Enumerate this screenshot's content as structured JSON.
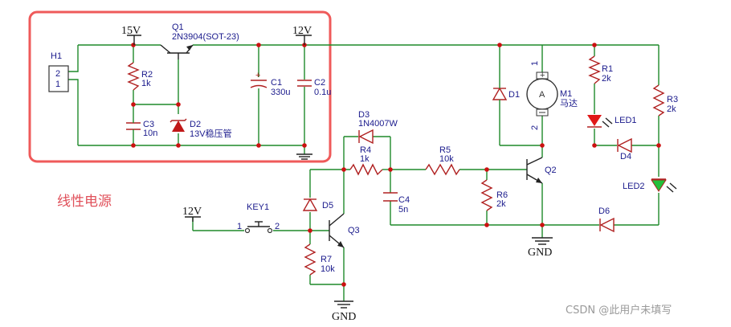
{
  "section_label": "线性电源",
  "watermark": "CSDN @此用户未填写",
  "rails": {
    "v15": "15V",
    "v12_top": "12V",
    "v12_key": "12V",
    "gnd_main": "GND",
    "gnd_q3": "GND"
  },
  "components": {
    "h1": {
      "name": "H1",
      "pin2": "2",
      "pin1": "1"
    },
    "q1": {
      "name": "Q1",
      "value": "2N3904(SOT-23)"
    },
    "r2": {
      "name": "R2",
      "value": "1k"
    },
    "c3": {
      "name": "C3",
      "value": "10n"
    },
    "d2": {
      "name": "D2",
      "value": "13V稳压管"
    },
    "c1": {
      "name": "C1",
      "value": "330u"
    },
    "c2": {
      "name": "C2",
      "value": "0.1u"
    },
    "d1": {
      "name": "D1"
    },
    "m1": {
      "name": "M1",
      "value": "马达",
      "pin1": "1",
      "pin2": "2",
      "symbol": "A"
    },
    "r1": {
      "name": "R1",
      "value": "2k"
    },
    "led1": {
      "name": "LED1"
    },
    "r3": {
      "name": "R3",
      "value": "2k"
    },
    "d4": {
      "name": "D4"
    },
    "led2": {
      "name": "LED2"
    },
    "d3": {
      "name": "D3",
      "value": "1N4007W"
    },
    "r4": {
      "name": "R4",
      "value": "1k"
    },
    "r5": {
      "name": "R5",
      "value": "10k"
    },
    "q2": {
      "name": "Q2"
    },
    "r6": {
      "name": "R6",
      "value": "2k"
    },
    "c4": {
      "name": "C4",
      "value": "5n"
    },
    "d6": {
      "name": "D6"
    },
    "key1": {
      "name": "KEY1",
      "pin1": "1",
      "pin2": "2"
    },
    "d5": {
      "name": "D5"
    },
    "q3": {
      "name": "Q3"
    },
    "r7": {
      "name": "R7",
      "value": "10k"
    }
  }
}
